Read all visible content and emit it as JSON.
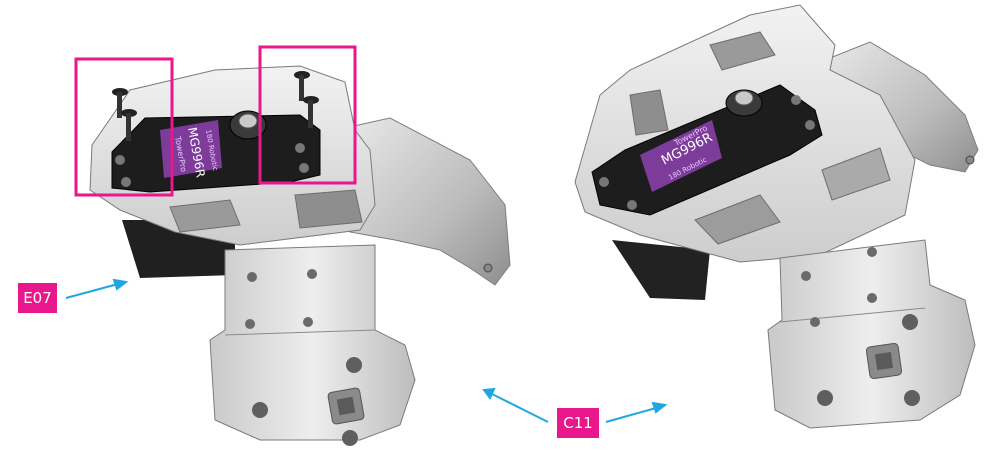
{
  "labels": {
    "e07": "E07",
    "c11": "C11"
  },
  "servo": {
    "brand": "TowerPro",
    "model": "MG996R",
    "maker": "180 Robotic"
  },
  "colors": {
    "label_bg": "#e8178c",
    "highlight": "#e8178c",
    "arrow": "#1ea7e1",
    "part_light": "#e7e7e7",
    "part_mid": "#cfcfcf",
    "part_dark": "#9c9c9c",
    "servo_body": "#1b1b1b",
    "servo_label": "#7d3b9a"
  },
  "icons": {
    "arrow": "arrow-icon",
    "screw": "screw-icon"
  }
}
